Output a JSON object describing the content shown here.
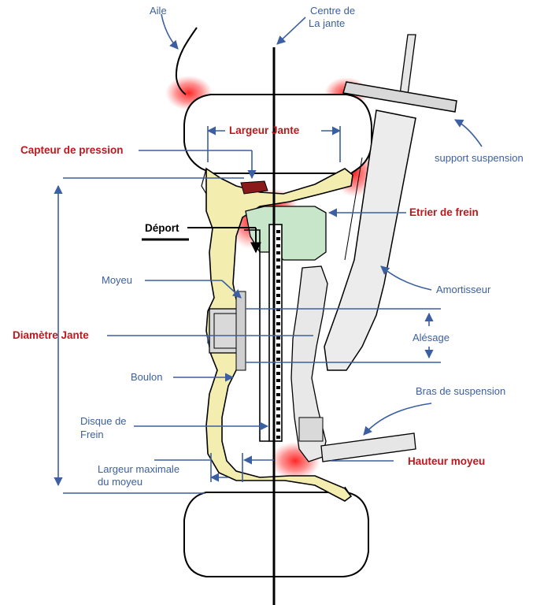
{
  "labels": {
    "aile": "Aile",
    "centre_jante_line1": "Centre de",
    "centre_jante_line2": "La jante",
    "largeur_jante": "Largeur  Jante",
    "capteur_pression": "Capteur de pression",
    "support_suspension": "support suspension",
    "etrier_frein": "Etrier de frein",
    "deport": "Déport",
    "moyeu": "Moyeu",
    "amortisseur": "Amortisseur",
    "diametre_jante": "Diamètre Jante",
    "alesage": "Alésage",
    "boulon": "Boulon",
    "bras_suspension": "Bras de suspension",
    "disque_frein_line1": "Disque de",
    "disque_frein_line2": "Frein",
    "hauteur_moyeu": "Hauteur moyeu",
    "largeur_max_moyeu_line1": "Largeur maximale",
    "largeur_max_moyeu_line2": "du moyeu"
  },
  "colors": {
    "label_blue": "#3b5fa0",
    "label_red": "#c0171f",
    "rim_yellow": "#f3eeaf",
    "caliper_green": "#c8e6c9",
    "strut_grey": "#e6e6e6",
    "highlight_red": "#ff2a2a"
  }
}
